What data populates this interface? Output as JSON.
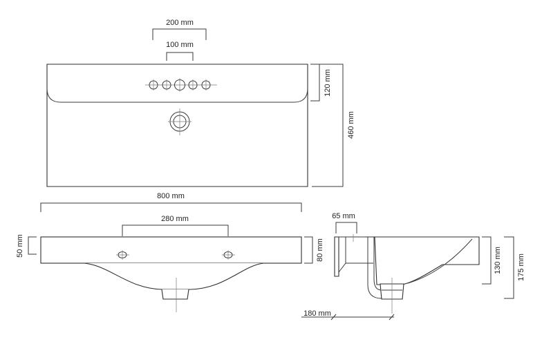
{
  "top_view": {
    "dim_200": "200 mm",
    "dim_100": "100 mm",
    "dim_120": "120 mm",
    "dim_460": "460 mm",
    "dim_800": "800 mm"
  },
  "front_view": {
    "dim_280": "280 mm",
    "dim_50": "50 mm",
    "dim_80": "80 mm"
  },
  "side_view": {
    "dim_65": "65 mm",
    "dim_130": "130 mm",
    "dim_175": "175 mm",
    "dim_180": "180 mm"
  },
  "colors": {
    "line": "#3a3a3a",
    "text": "#222222",
    "background": "#ffffff"
  }
}
